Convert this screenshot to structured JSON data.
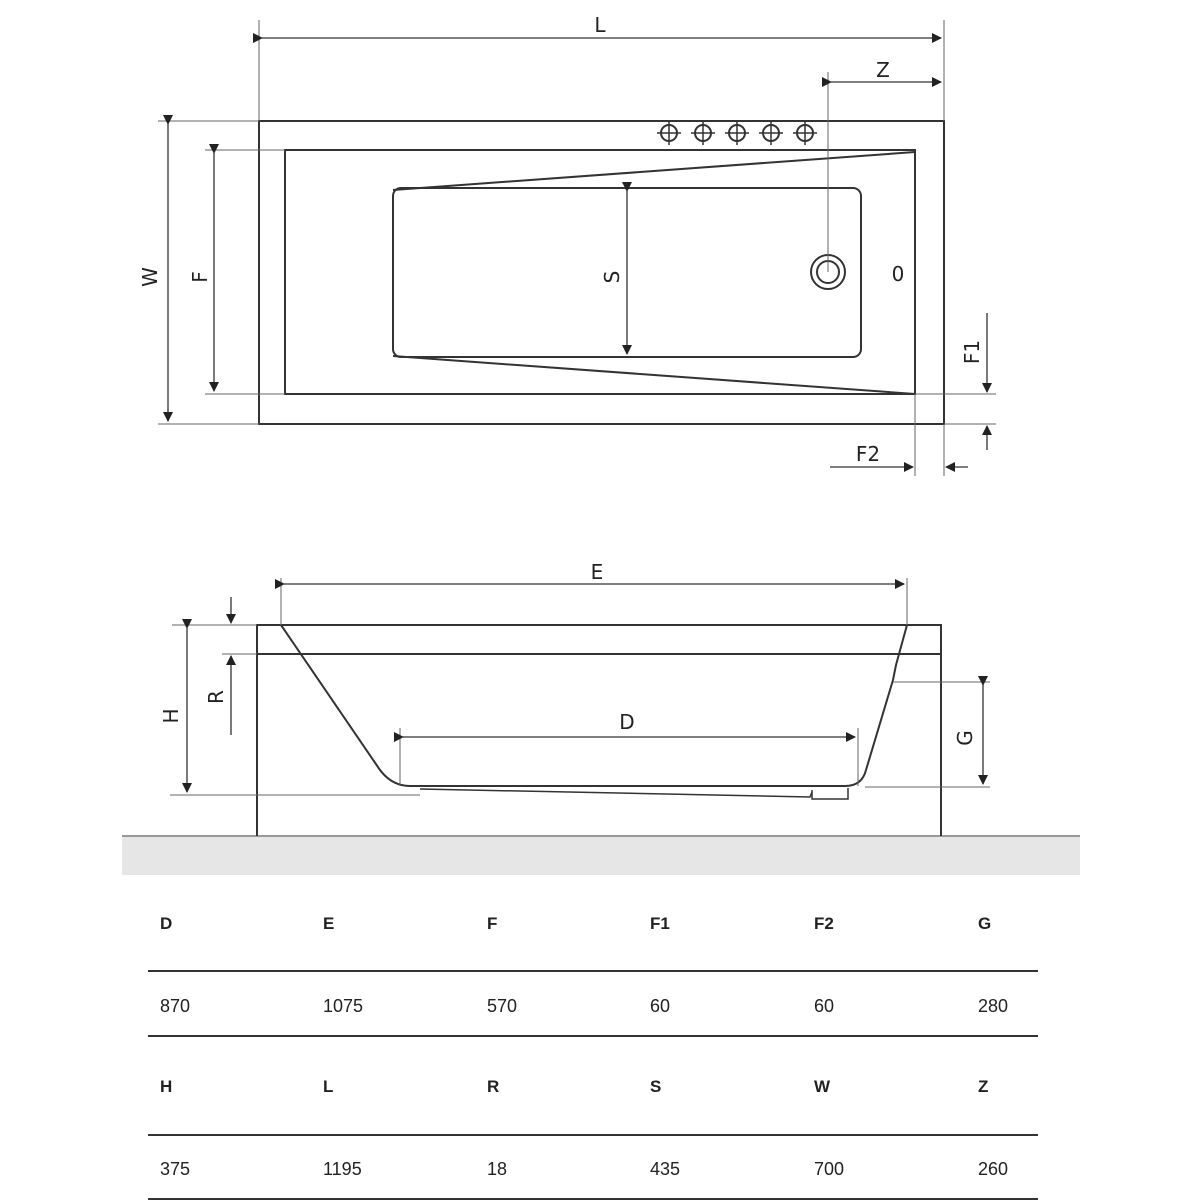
{
  "top_view": {
    "labels": {
      "L": "L",
      "Z": "Z",
      "W": "W",
      "F": "F",
      "S": "S",
      "F1": "F1",
      "F2": "F2",
      "overflow": "0"
    },
    "tap_count": 5
  },
  "side_view": {
    "labels": {
      "E": "E",
      "D": "D",
      "H": "H",
      "R": "R",
      "G": "G"
    }
  },
  "spec_table": {
    "rows": [
      {
        "headers": [
          "D",
          "E",
          "F",
          "F1",
          "F2",
          "G"
        ],
        "values": [
          "870",
          "1075",
          "570",
          "60",
          "60",
          "280"
        ]
      },
      {
        "headers": [
          "H",
          "L",
          "R",
          "S",
          "W",
          "Z"
        ],
        "values": [
          "375",
          "1195",
          "18",
          "435",
          "700",
          "260"
        ]
      }
    ]
  },
  "colors": {
    "line": "#333333",
    "ground": "#e6e6e6"
  }
}
